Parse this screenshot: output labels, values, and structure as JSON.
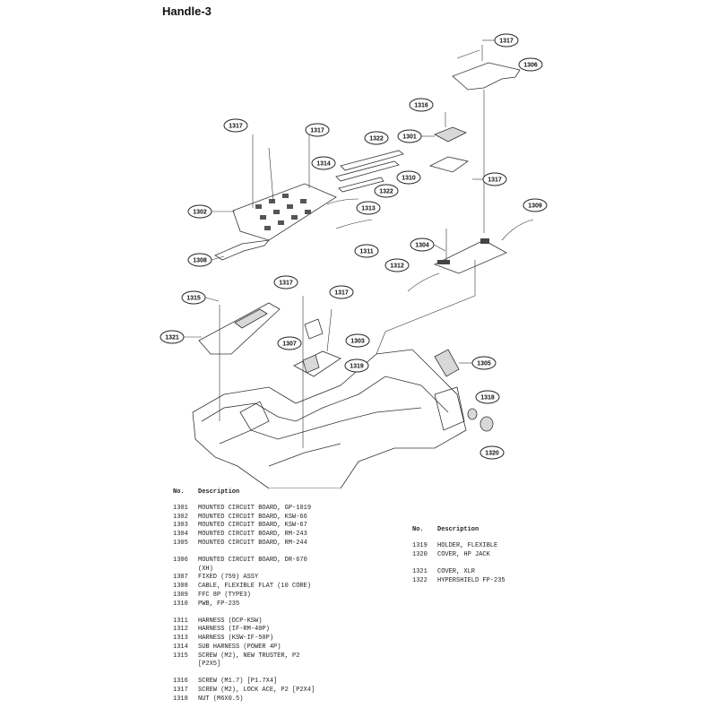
{
  "title": "Handle-3",
  "callouts": [
    "1317",
    "1306",
    "1316",
    "1301",
    "1317",
    "1317",
    "1322",
    "1314",
    "1310",
    "1322",
    "1317",
    "1309",
    "1302",
    "1313",
    "1304",
    "1312",
    "1311",
    "1308",
    "1317",
    "1317",
    "1315",
    "1307",
    "1303",
    "1321",
    "1319",
    "1305",
    "1318",
    "1320"
  ],
  "list_header": {
    "no": "No.",
    "description": "Description"
  },
  "list_left": [
    {
      "no": "1301",
      "desc": "MOUNTED CIRCUIT BOARD, GP-1019"
    },
    {
      "no": "1302",
      "desc": "MOUNTED CIRCUIT BOARD, KSW-66"
    },
    {
      "no": "1303",
      "desc": "MOUNTED CIRCUIT BOARD, KSW-67"
    },
    {
      "no": "1304",
      "desc": "MOUNTED CIRCUIT BOARD, RM-243"
    },
    {
      "no": "1305",
      "desc": "MOUNTED CIRCUIT BOARD, RM-244"
    },
    {
      "no": "",
      "desc": ""
    },
    {
      "no": "1306",
      "desc": "MOUNTED CIRCUIT BOARD, DR-670"
    },
    {
      "no": "",
      "desc": "(XH)"
    },
    {
      "no": "1307",
      "desc": "FIXED (759) ASSY"
    },
    {
      "no": "1308",
      "desc": "CABLE, FLEXIBLE FLAT (10 CORE)"
    },
    {
      "no": "1309",
      "desc": "FFC 8P (TYPE3)"
    },
    {
      "no": "1310",
      "desc": "PWB, FP-235"
    },
    {
      "no": "",
      "desc": ""
    },
    {
      "no": "1311",
      "desc": "HARNESS (DCP-KSW)"
    },
    {
      "no": "1312",
      "desc": "HARNESS (IF-RM-40P)"
    },
    {
      "no": "1313",
      "desc": "HARNESS (KSW-IF-50P)"
    },
    {
      "no": "1314",
      "desc": "SUB HARNESS (POWER 4P)"
    },
    {
      "no": "1315",
      "desc": "SCREW (M2), NEW TRUSTER, P2"
    },
    {
      "no": "",
      "desc": "[P2X5]"
    },
    {
      "no": "",
      "desc": ""
    },
    {
      "no": "1316",
      "desc": "SCREW (M1.7) [P1.7X4]"
    },
    {
      "no": "1317",
      "desc": "SCREW (M2), LOCK ACE, P2 [P2X4]"
    },
    {
      "no": "1318",
      "desc": "NUT (M6X0.5)"
    }
  ],
  "list_right": [
    {
      "no": "1319",
      "desc": "HOLDER, FLEXIBLE"
    },
    {
      "no": "1320",
      "desc": "COVER, HP JACK"
    },
    {
      "no": "",
      "desc": ""
    },
    {
      "no": "1321",
      "desc": "COVER, XLR"
    },
    {
      "no": "1322",
      "desc": "HYPERSHIELD FP-235"
    }
  ]
}
